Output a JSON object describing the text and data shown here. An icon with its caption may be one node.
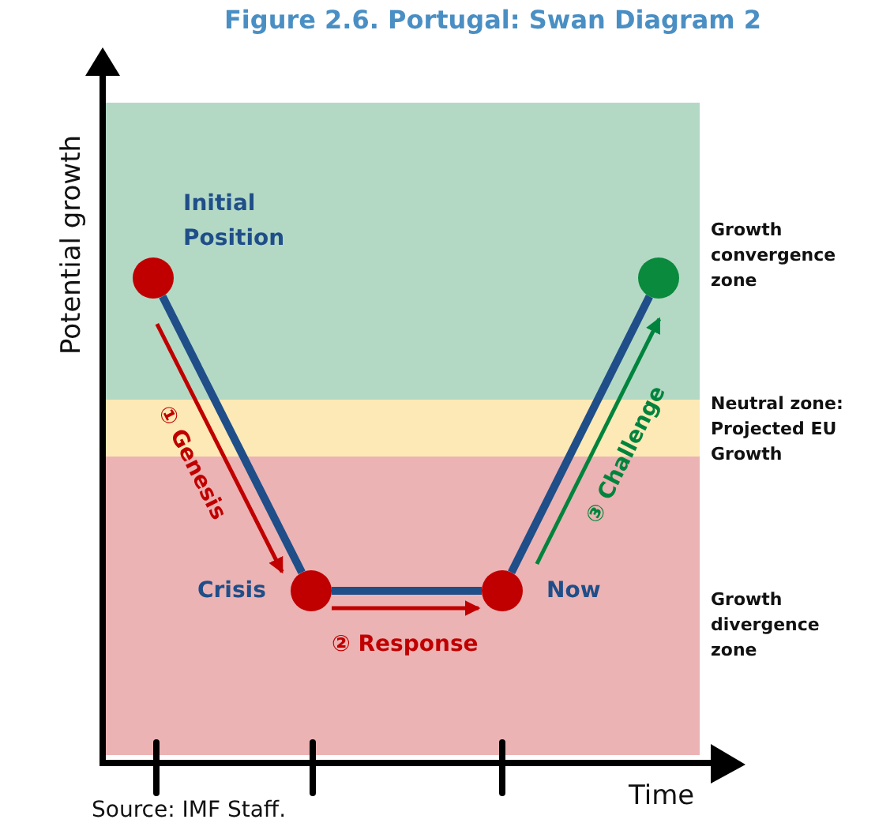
{
  "diagram": {
    "title": "Figure 2.6. Portugal: Swan Diagram 2",
    "nodes": [
      {
        "text": [],
        "shape": "circle",
        "beside": [
          "Initial Position"
        ]
      },
      {
        "text": [],
        "shape": "circle",
        "beside": [
          "Crisis"
        ]
      },
      {
        "text": [],
        "shape": "circle",
        "beside": [
          "Now"
        ]
      },
      {
        "text": [],
        "shape": "circle"
      }
    ],
    "edges": [
      {
        "from": 0,
        "to": 1,
        "arrow": "none",
        "style": "thick"
      },
      {
        "from": 1,
        "to": 2,
        "arrow": "none",
        "style": "thick"
      },
      {
        "from": 2,
        "to": 3,
        "arrow": "none",
        "style": "thick"
      },
      {
        "from": 0,
        "to": 1,
        "arrow": "to",
        "label": "① Genesis",
        "color": "#c00000"
      },
      {
        "from": 1,
        "to": 2,
        "arrow": "to",
        "label": "② Response",
        "color": "#c00000"
      },
      {
        "from": 2,
        "to": 3,
        "arrow": "to",
        "label": "③ Challenge",
        "color": "#00843d"
      }
    ],
    "labels": [
      "Growth convergence zone",
      "Neutral zone: Projected EU Growth",
      "Growth divergence zone",
      "Potential growth",
      "Time",
      "Source: IMF Staff."
    ]
  }
}
